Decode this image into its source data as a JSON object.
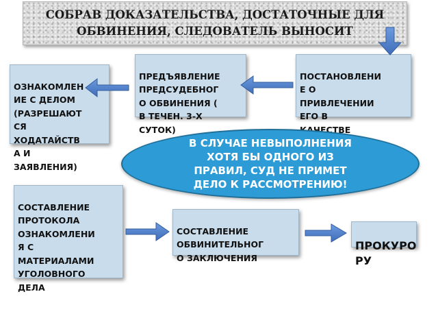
{
  "banner": {
    "text": "СОБРАВ ДОКАЗАТЕЛЬСТВА,  ДОСТАТОЧНЫЕ ДЛЯ\nОБВИНЕНИЯ,  СЛЕДОВАТЕЛЬ   ВЫНОСИТ"
  },
  "boxes": {
    "resolution": "ПОСТАНОВЛЕНИ\nЕ О\nПРИВЛЕЧЕНИИ\nЕГО  В\nКАЧЕСТВЕ\nОБВИНЯЕМОГО",
    "charge": "ПРЕДЪЯВЛЕНИЕ\nПРЕДСУДЕБНОГ\nО ОБВИНЕНИЯ (\nВ ТЕЧЕН. 3-Х\nСУТОК)",
    "familiarization": "ОЗНАКОМЛЕН\nИЕ С ДЕЛОМ\n(РАЗРЕШАЮТ\nСЯ\nХОДАТАЙСТВ\nА И\nЗАЯВЛЕНИЯ)",
    "protocol": "СОСТАВЛЕНИЕ\nПРОТОКОЛА\nОЗНАКОМЛЕНИ\nЯ С\nМАТЕРИАЛАМИ\nУГОЛОВНОГО\nДЕЛА",
    "indictment": "СОСТАВЛЕНИЕ\nОБВИНИТЕЛЬНОГ\nО ЗАКЛЮЧЕНИЯ",
    "prosecutor": "ПРОКУРО\nРУ"
  },
  "warning": {
    "text": "В СЛУЧАЕ НЕВЫПОЛНЕНИЯ\nХОТЯ БЫ ОДНОГО ИЗ\nПРАВИЛ, СУД НЕ ПРИМЕТ\nДЕЛО К РАССМОТРЕНИЮ!"
  },
  "colors": {
    "box_fill": "#c9dcec",
    "arrow": "#4a79c2",
    "ellipse_fill": "#2d9cd6"
  }
}
